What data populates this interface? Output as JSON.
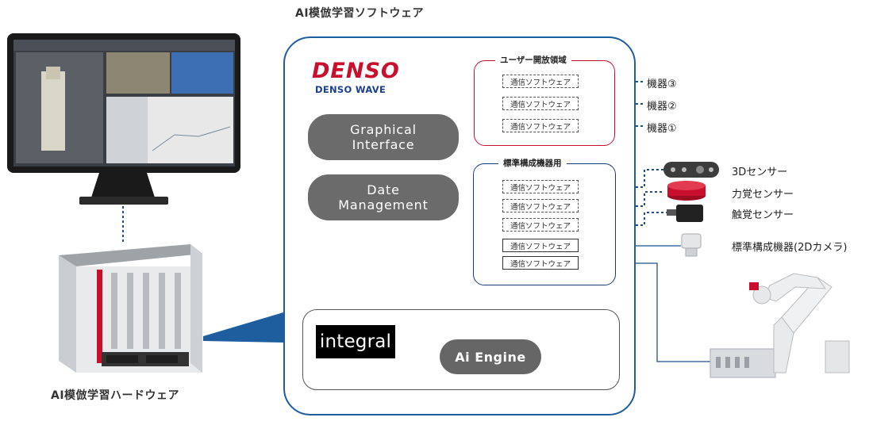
{
  "titles": {
    "software": "AI模倣学習ソフトウェア",
    "hardware": "AI模倣学習ハードウェア"
  },
  "logo": {
    "denso": "DENSO",
    "denso_wave": "DENSO WAVE"
  },
  "blocks": {
    "graphical_interface": "Graphical\nInterface",
    "data_management": "Date\nManagement",
    "integral": "integral",
    "ai_engine": "Ai Engine"
  },
  "groups": {
    "user_area": "ユーザー開放領域",
    "standard_devices": "標準構成機器用"
  },
  "software_box_label": "通信ソフトウェア",
  "user_devices": [
    "機器③",
    "機器②",
    "機器①"
  ],
  "standard_devices": [
    "3Dセンサー",
    "力覚センサー",
    "触覚センサー",
    "標準構成機器(2Dカメラ)"
  ],
  "colors": {
    "accent_blue": "#1f5e9e",
    "accent_red": "#c8102e",
    "connector_green": "#3fa24a",
    "pill_gray": "#6b6b6b"
  }
}
